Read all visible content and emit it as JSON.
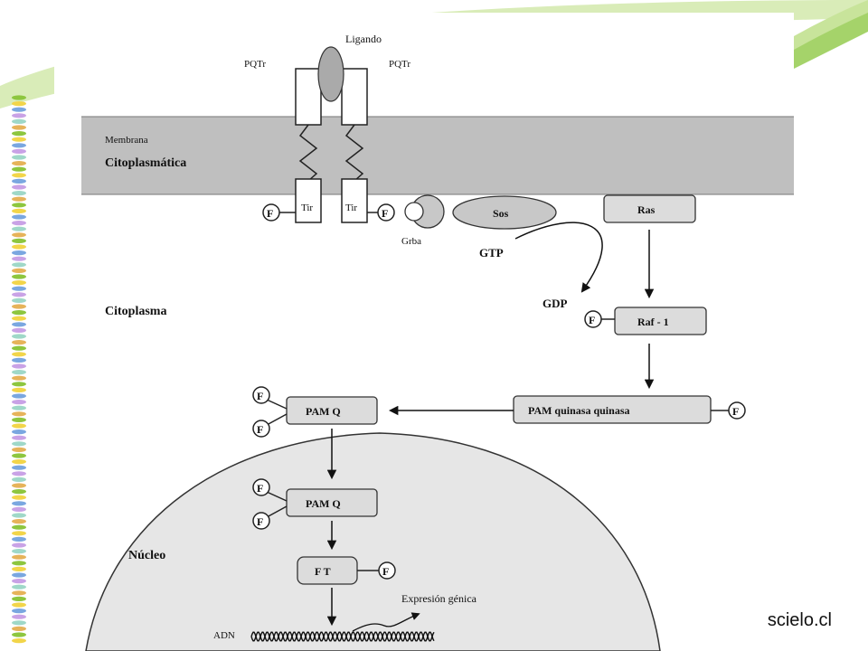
{
  "diagram": {
    "ligand": "Ligando",
    "receptor_left": "PQTr",
    "receptor_right": "PQTr",
    "membrane_line1": "Membrana",
    "membrane_line2": "Citoplasmática",
    "tyr_left": "Tir",
    "tyr_right": "Tir",
    "phospho": "F",
    "grb": "Grba",
    "sos": "Sos",
    "ras": "Ras",
    "gtp": "GTP",
    "gdp": "GDP",
    "cytoplasm": "Citoplasma",
    "raf": "Raf - 1",
    "mapkk": "PAM quinasa quinasa",
    "mapk_cyto": "PAM Q",
    "mapk_nuc": "PAM Q",
    "nucleus": "Núcleo",
    "tf": "F T",
    "expression": "Expresión génica",
    "dna": "ADN"
  },
  "source": "scielo.cl",
  "colors": {
    "accent_green": "#8dc63f",
    "membrane_gray": "#bdbdbd",
    "box_gray": "#dcdcdc",
    "nucleus_gray": "#e0e0e0"
  }
}
